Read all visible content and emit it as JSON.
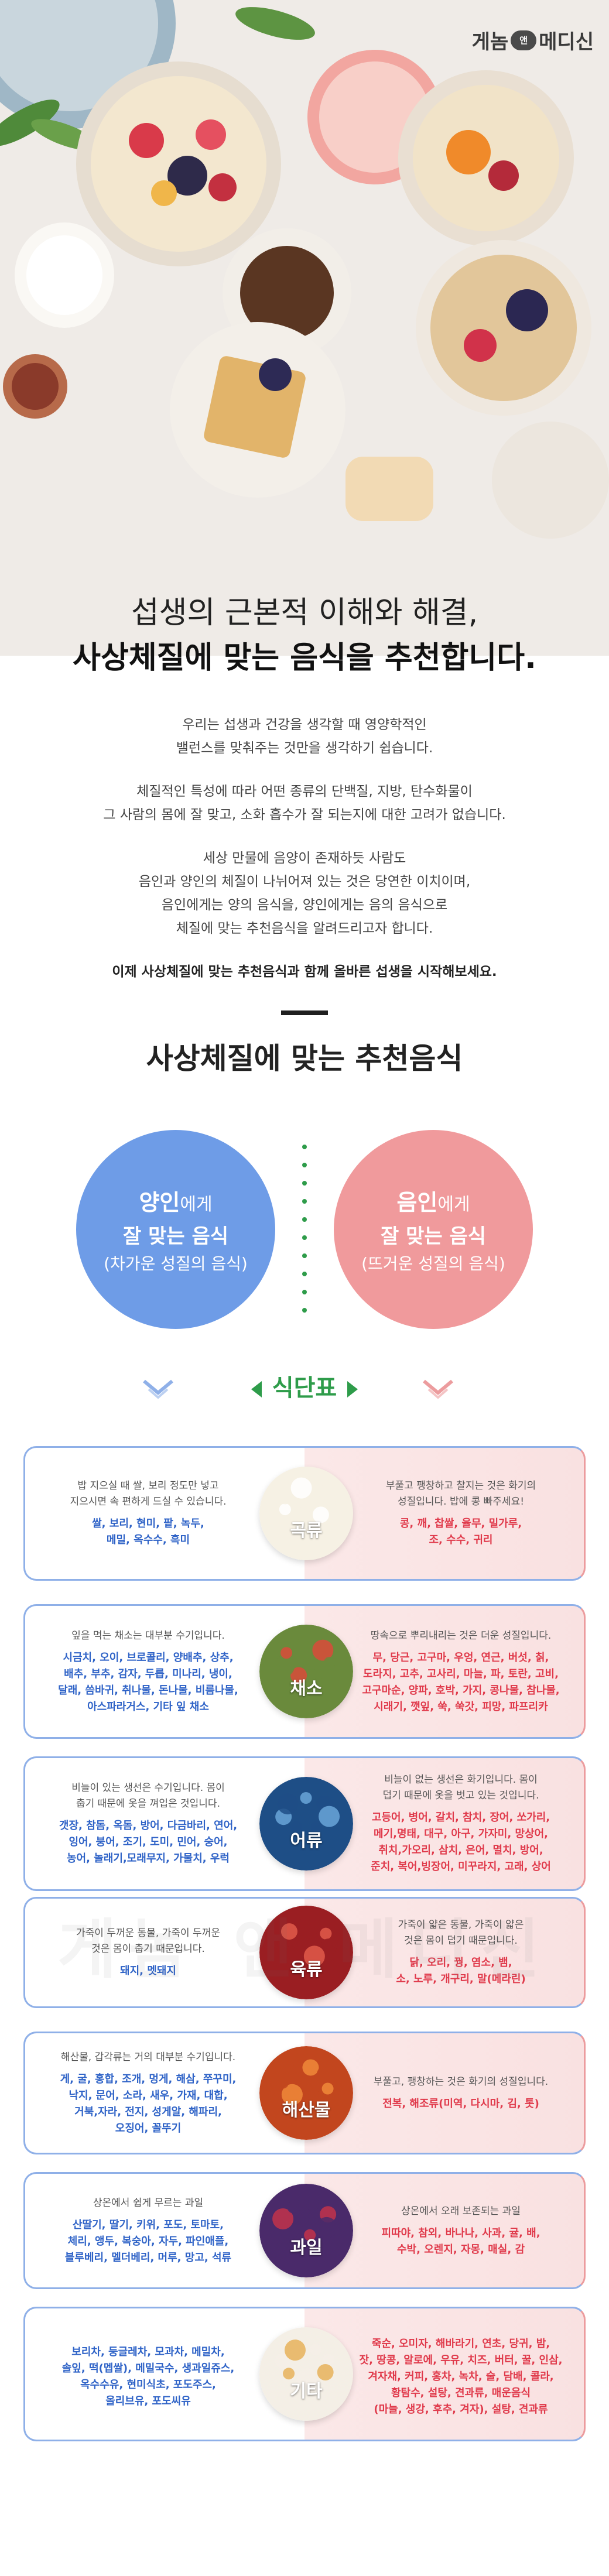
{
  "brand": {
    "left": "게놈",
    "badge": "앤",
    "right": "메디신"
  },
  "headline": {
    "line1": "섭생의 근본적 이해와 해결,",
    "line2": "사상체질에 맞는 음식을 추천합니다."
  },
  "intro": {
    "p1a": "우리는 섭생과 건강을 생각할 때 영양학적인",
    "p1b": "밸런스를 맞춰주는 것만을 생각하기 쉽습니다.",
    "p2a": "체질적인 특성에 따라 어떤 종류의 단백질, 지방, 탄수화물이",
    "p2b": "그 사람의 몸에 잘 맞고, 소화 흡수가 잘 되는지에 대한 고려가 없습니다.",
    "p3a": "세상 만물에 음양이 존재하듯 사람도",
    "p3b": "음인과 양인의 체질이 나뉘어져 있는 것은 당연한 이치이며,",
    "p3c": "음인에게는 양의 음식을, 양인에게는 음의 음식으로",
    "p3d": "체질에 맞는 추천음식을 알려드리고자 합니다.",
    "p4": "이제 사상체질에 맞는 추천음식과 함께 올바른 섭생을 시작해보세요."
  },
  "section_title": "사상체질에 맞는 추천음식",
  "yang": {
    "name": "양인",
    "suffix": "에게",
    "line2": "잘 맞는 음식",
    "line3": "(차가운 성질의 음식)"
  },
  "yin": {
    "name": "음인",
    "suffix": "에게",
    "line2": "잘 맞는 음식",
    "line3": "(뜨거운 성질의 음식)"
  },
  "menu_title": "식단표",
  "watermark": "게놈 앤 메디신",
  "colors": {
    "yang": "#6e9ce7",
    "yin": "#f09a9c",
    "green": "#2e9c4a",
    "yang_text": "#2f63c7",
    "yin_text": "#e03a4b"
  },
  "categories": [
    {
      "name": "곡류",
      "yang_desc": [
        "밥 지으실 때 쌀, 보리 정도만 넣고",
        "지으시면 속 편하게 드실 수 있습니다."
      ],
      "yang_foods": [
        "쌀, 보리, 현미, 팥, 녹두,",
        "메밀, 옥수수, 흑미"
      ],
      "yin_desc": [
        "부풀고 팽창하고 찰지는 것은 화기의",
        "성질입니다. 밥에 콩 빠주세요!"
      ],
      "yin_foods": [
        "콩, 깨, 찹쌀, 율무, 밀가루,",
        "조, 수수, 귀리"
      ]
    },
    {
      "name": "채소",
      "yang_desc": [
        "잎을 먹는 채소는 대부분 수기입니다."
      ],
      "yang_foods": [
        "시금치, 오이, 브로콜리, 양배추, 상추,",
        "배추, 부추, 감자, 두릅, 미나리, 냉이,",
        "달래, 씀바귀, 취나물, 돈나물, 비름나물,",
        "아스파라거스, 기타 잎 채소"
      ],
      "yin_desc": [
        "땅속으로 뿌리내리는 것은 더운 성질입니다."
      ],
      "yin_foods": [
        "무, 당근, 고구마, 우엉, 연근, 버섯, 칡,",
        "도라지, 고추, 고사리, 마늘, 파, 토란, 고비,",
        "고구마순, 양파, 호박, 가지, 콩나물, 참나물,",
        "시래기, 깻잎, 쑥, 쑥갓, 피망, 파프리카"
      ]
    },
    {
      "name": "어류",
      "yang_desc": [
        "비늘이 있는 생선은 수기입니다. 몸이",
        "춥기 때문에 옷을 껴입은 것입니다."
      ],
      "yang_foods": [
        "갯장, 참돔, 옥돔, 방어, 다금바리, 연어,",
        "잉어, 붕어, 조기, 도미, 민어, 숭어,",
        "농어, 놀래기,모래무지, 가물치, 우럭"
      ],
      "yin_desc": [
        "비늘이 없는 생선은 화기입니다. 몸이",
        "덥기 때문에 옷을 벗고 있는 것입니다."
      ],
      "yin_foods": [
        "고등어, 병어, 갈치, 참치, 장어, 쏘가리,",
        "메기,명태, 대구, 아구, 가자미, 망상어,",
        "취치,가오리, 삼치, 은어, 멸치, 방어,",
        "준치, 복어,빙장어, 미꾸라지, 고래, 상어"
      ]
    },
    {
      "name": "육류",
      "yang_desc": [
        "가죽이 두꺼운 동물, 가죽이 두꺼운",
        "것은 몸이 춥기 때문입니다."
      ],
      "yang_foods": [
        "돼지, 멧돼지"
      ],
      "yin_desc": [
        "가죽이 얇은 동물, 가죽이 얇은",
        "것은 몸이 덥기 때문입니다."
      ],
      "yin_foods": [
        "닭, 오리, 꿩, 염소, 뱀,",
        "소, 노루, 개구리, 말(메라린)"
      ]
    },
    {
      "name": "해산물",
      "yang_desc": [
        "해산물, 갑각류는 거의 대부분 수기입니다."
      ],
      "yang_foods": [
        "게, 굴, 홍합, 조개, 멍게, 해삼, 쭈꾸미,",
        "낙지, 문어, 소라, 새우, 가재, 대합,",
        "거북,자라, 전지, 성게알, 해파리,",
        "오징어, 꼴뚜기"
      ],
      "yin_desc": [
        "부풀고, 팽창하는 것은 화기의 성질입니다."
      ],
      "yin_foods": [
        "전복, 해조류(미역, 다시마, 김, 톳)"
      ]
    },
    {
      "name": "과일",
      "yang_desc": [
        "상온에서 쉽게 무르는 과일"
      ],
      "yang_foods": [
        "산딸기, 딸기, 키위, 포도, 토마토,",
        "체리, 앵두, 복숭아, 자두, 파인애플,",
        "블루베리, 멜더베리, 머루, 망고, 석류"
      ],
      "yin_desc": [
        "상온에서 오래 보존되는 과일"
      ],
      "yin_foods": [
        "피따야, 참외, 바나나, 사과, 귤, 배,",
        "수박, 오렌지, 자몽, 매실, 감"
      ]
    },
    {
      "name": "기타",
      "yang_desc": [],
      "yang_foods": [
        "보리차, 둥글레차, 모과차, 메밀차,",
        "솔잎, 떡(멥쌀), 메밀국수, 생과일쥬스,",
        "옥수수유, 현미식초, 포도주스,",
        "올리브유, 포도씨유"
      ],
      "yin_desc": [],
      "yin_foods": [
        "죽순, 오미자, 해바라기, 연초, 당귀, 밤,",
        "잣, 땅콩, 알로에, 우유, 치즈, 버터, 꿀, 인삼,",
        "겨자채, 커피, 홍차, 녹차, 술, 담배, 콜라,",
        "황탐수, 설탕, 견과류, 매운음식",
        "(마늘, 생강, 후추, 겨자), 설탕, 견과류"
      ]
    }
  ]
}
